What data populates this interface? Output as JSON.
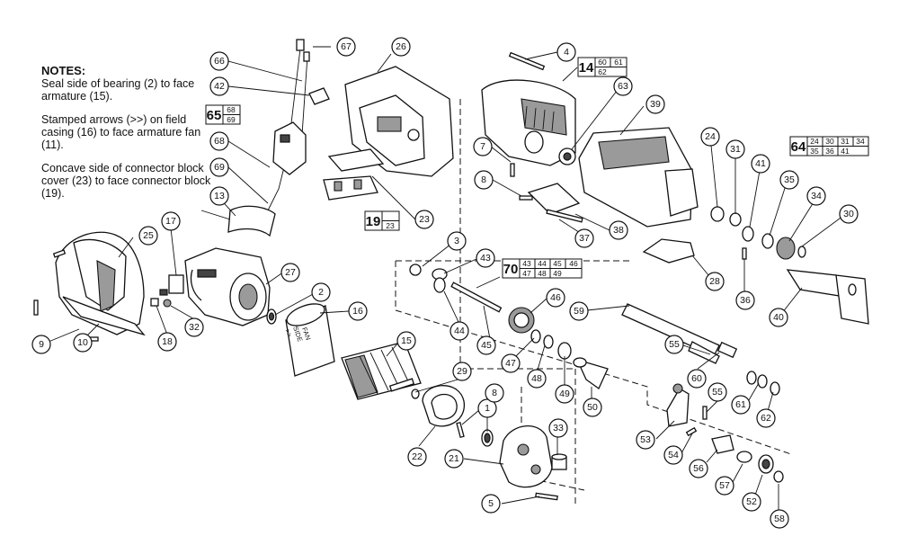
{
  "notes": {
    "heading": "NOTES:",
    "items": [
      "Seal side of bearing (2) to face armature (15).",
      "Stamped arrows (>>) on field casing (16) to face armature fan (11).",
      "Concave side of connector block cover (23) to face connector block (19)."
    ]
  },
  "fan_label": {
    "line1": "FAN",
    "line2": "SIDE",
    "line3": ">>"
  },
  "kits": {
    "k14": {
      "main": "14",
      "row1": [
        "60",
        "61"
      ],
      "row2": [
        "62"
      ]
    },
    "k65": {
      "main": "65",
      "row1": [
        "68"
      ],
      "row2": [
        "69"
      ]
    },
    "k19": {
      "main": "19",
      "row1": [],
      "row2": [
        "23"
      ]
    },
    "k70": {
      "main": "70",
      "row1": [
        "43",
        "44",
        "45",
        "46"
      ],
      "row2": [
        "47",
        "48",
        "49"
      ]
    },
    "k64": {
      "main": "64",
      "row1": [
        "24",
        "30",
        "31",
        "34"
      ],
      "row2": [
        "35",
        "36",
        "41"
      ]
    }
  },
  "callouts": {
    "c1": "1",
    "c2": "2",
    "c3": "3",
    "c4": "4",
    "c5": "5",
    "c7": "7",
    "c8a": "8",
    "c8b": "8",
    "c9": "9",
    "c10": "10",
    "c13": "13",
    "c15": "15",
    "c16": "16",
    "c17": "17",
    "c18": "18",
    "c21": "21",
    "c22": "22",
    "c23": "23",
    "c24": "24",
    "c25": "25",
    "c26": "26",
    "c27": "27",
    "c28": "28",
    "c29": "29",
    "c30": "30",
    "c31": "31",
    "c32": "32",
    "c33": "33",
    "c34": "34",
    "c35": "35",
    "c36": "36",
    "c37": "37",
    "c38": "38",
    "c39": "39",
    "c40": "40",
    "c41": "41",
    "c42": "42",
    "c43": "43",
    "c44": "44",
    "c45": "45",
    "c46": "46",
    "c47": "47",
    "c48": "48",
    "c49": "49",
    "c50": "50",
    "c52": "52",
    "c53": "53",
    "c54": "54",
    "c55a": "55",
    "c55b": "55",
    "c56": "56",
    "c57": "57",
    "c58": "58",
    "c59": "59",
    "c60": "60",
    "c61": "61",
    "c62": "62",
    "c63": "63",
    "c66": "66",
    "c67": "67",
    "c68": "68",
    "c69": "69"
  }
}
